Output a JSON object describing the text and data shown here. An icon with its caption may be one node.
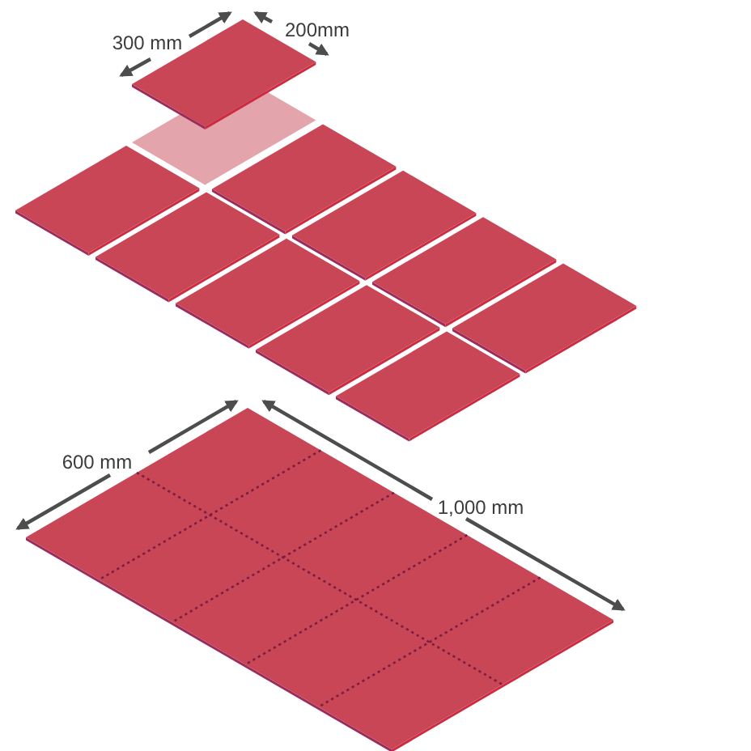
{
  "diagram": {
    "labels": [
      "300 mm",
      "200mm",
      "600 mm",
      "1,000 mm"
    ]
  }
}
